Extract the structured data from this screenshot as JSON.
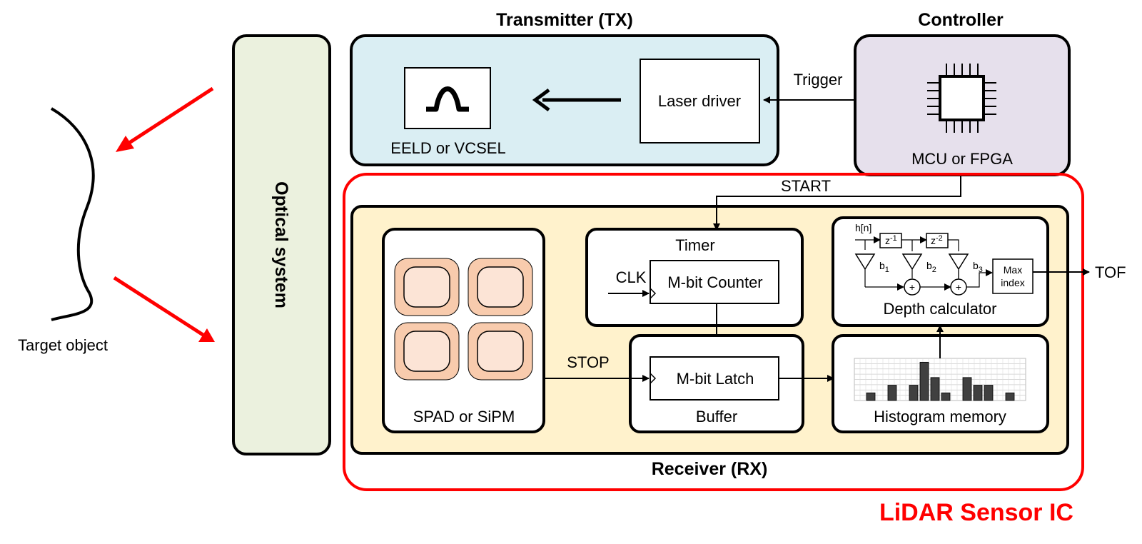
{
  "target": {
    "label": "Target object"
  },
  "optical": {
    "label": "Optical system"
  },
  "transmitter": {
    "title": "Transmitter (TX)",
    "emitter_label": "EELD or VCSEL",
    "driver_label": "Laser driver"
  },
  "controller": {
    "title": "Controller",
    "chip_label": "MCU or FPGA"
  },
  "signals": {
    "trigger": "Trigger",
    "start": "START",
    "stop": "STOP",
    "clk": "CLK",
    "tof": "TOF"
  },
  "receiver": {
    "title": "Receiver (RX)"
  },
  "sensor_ic": {
    "title": "LiDAR Sensor IC"
  },
  "detector": {
    "label": "SPAD or SiPM"
  },
  "timer": {
    "title": "Timer",
    "counter_label": "M-bit Counter"
  },
  "buffer": {
    "title": "Buffer",
    "latch_label": "M-bit Latch"
  },
  "histogram": {
    "title": "Histogram memory",
    "bins": [
      0,
      1,
      0,
      2,
      0,
      2,
      5,
      3,
      1,
      0,
      3,
      2,
      2,
      0,
      1,
      0
    ]
  },
  "depth": {
    "title": "Depth calculator",
    "input": "h[n]",
    "delay1": "z",
    "delay1_exp": "-1",
    "delay2": "z",
    "delay2_exp": "-2",
    "b1": "b",
    "b1_sub": "1",
    "b2": "b",
    "b2_sub": "2",
    "b3": "b",
    "b3_sub": "3",
    "plus": "+",
    "max_line1": "Max",
    "max_line2": "index"
  },
  "colors": {
    "tx_fill": "#daeef3",
    "ctrl_fill": "#e6e0ec",
    "optical_fill": "#ebf1de",
    "rx_fill": "#fff2cc",
    "spad_outer": "#f8cbad",
    "spad_inner": "#fce4d6",
    "red": "#ff0000"
  }
}
